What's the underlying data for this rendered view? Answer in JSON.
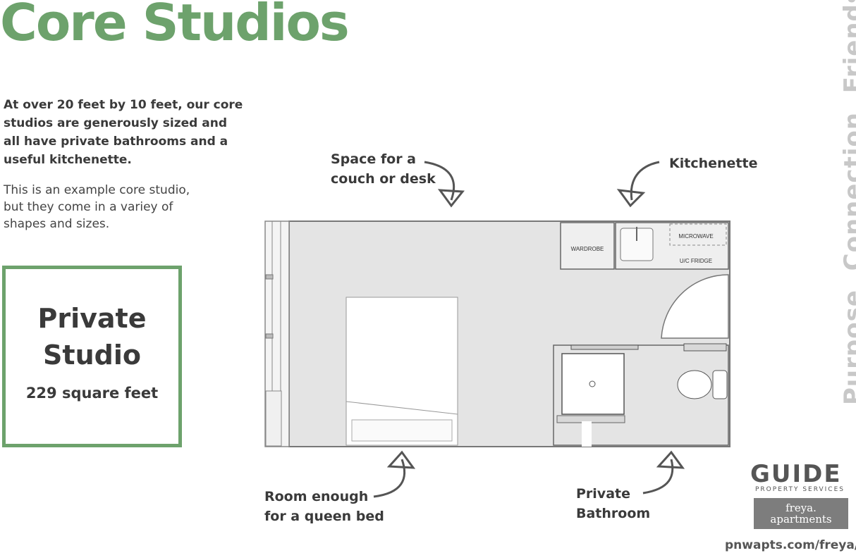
{
  "title": "Core Studios",
  "intro": {
    "bold": "At over 20 feet by 10 feet, our core studios are generously sized and all have private bathrooms and a useful kitchenette.",
    "regular": "This is an example core studio, but they come in a variey of shapes and sizes."
  },
  "studio_box": {
    "name_line1": "Private",
    "name_line2": "Studio",
    "size": "229 square feet"
  },
  "callouts": {
    "couch_line1": "Space for a",
    "couch_line2": "couch or desk",
    "kitchenette": "Kitchenette",
    "bed_line1": "Room enough",
    "bed_line2": "for a queen bed",
    "bath_line1": "Private",
    "bath_line2": "Bathroom"
  },
  "floorplan_labels": {
    "wardrobe": "WARDROBE",
    "microwave": "MICROWAVE",
    "fridge": "U/C FRIDGE"
  },
  "tagline": "Purpose. Connection. Friendship.",
  "brand": {
    "guide": "GUIDE",
    "guide_sub": "PROPERTY SERVICES",
    "freya_line1": "freya.",
    "freya_line2": "apartments",
    "url": "pnwapts.com/freya/"
  },
  "colors": {
    "accent_green": "#6da26c",
    "floor_gray": "#e4e4e4",
    "text_dark": "#3a3a3a"
  }
}
